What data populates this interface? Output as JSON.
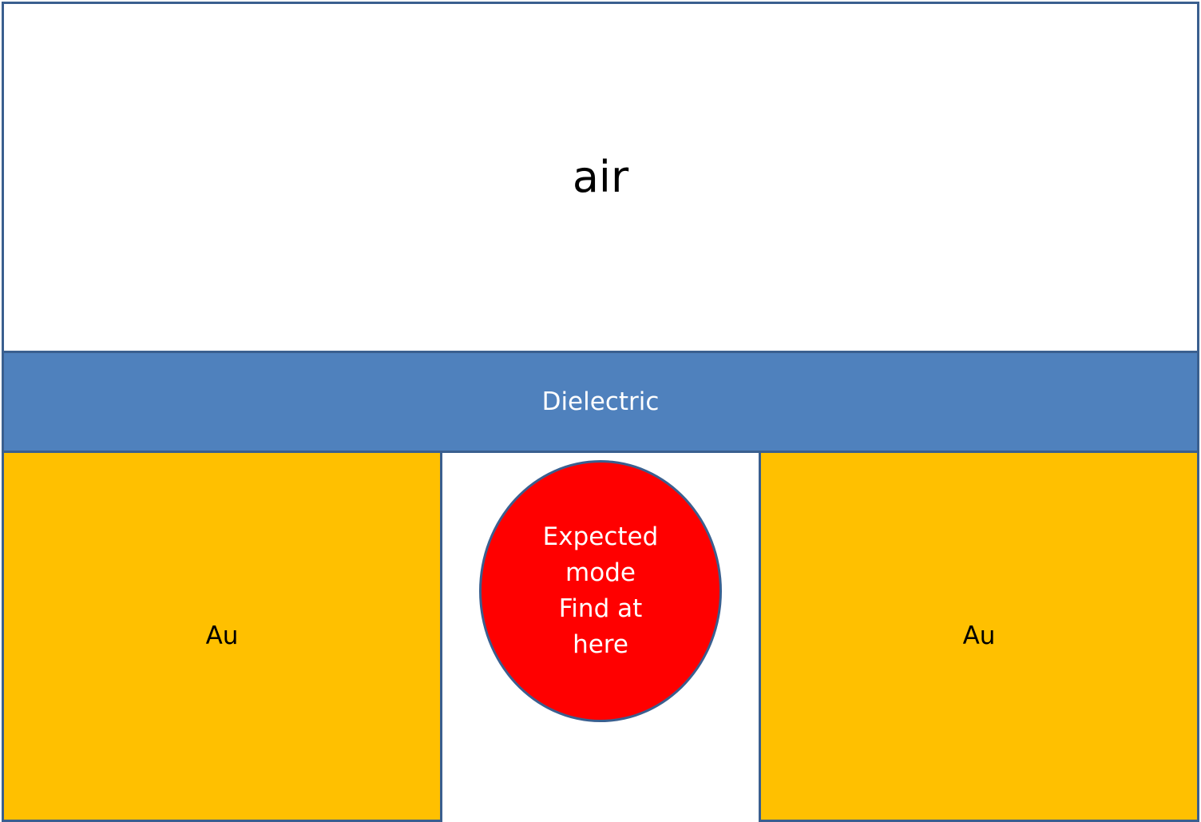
{
  "regions": {
    "air": {
      "label": "air",
      "color": "#ffffff"
    },
    "dielectric": {
      "label": "Dielectric",
      "color": "#4f81bd"
    },
    "au_left": {
      "label": "Au",
      "color": "#ffc000"
    },
    "au_right": {
      "label": "Au",
      "color": "#ffc000"
    }
  },
  "mode_marker": {
    "lines": [
      "Expected",
      "mode",
      "Find at",
      "here"
    ],
    "color": "#ff0000"
  },
  "outline_color": "#3a5f8f"
}
